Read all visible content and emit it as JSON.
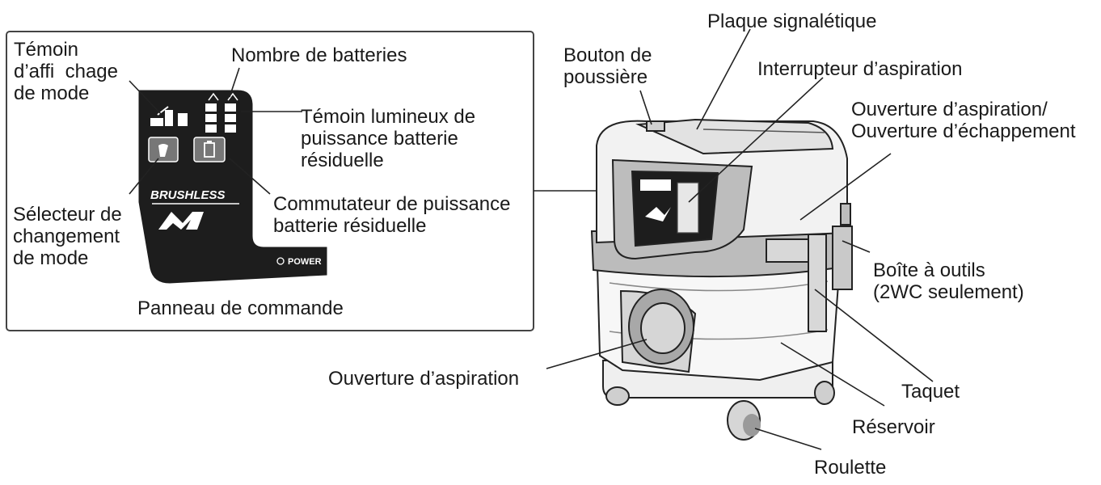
{
  "panel": {
    "title": "Panneau de commande",
    "labels": {
      "mode_indicator": "Témoin\nd’affi  chage\nde mode",
      "battery_count": "Nombre de batteries",
      "battery_lamp": "Témoin lumineux de\npuissance batterie\nrésiduelle",
      "mode_selector": "Sélecteur de\nchangement\nde mode",
      "battery_switch": "Commutateur de puissance\nbatterie résiduelle"
    },
    "logo_text": "BRUSHLESS",
    "power_text": "POWER"
  },
  "device": {
    "labels": {
      "nameplate": "Plaque signalétique",
      "dust_button": "Bouton de\npoussière",
      "suction_switch": "Interrupteur d’aspiration",
      "suction_exhaust_port": "Ouverture d’aspiration/\nOuverture d’échappement",
      "toolbox": "Boîte à outils\n(2WC seulement)",
      "latch": "Taquet",
      "tank": "Réservoir",
      "caster": "Roulette",
      "suction_port": "Ouverture d’aspiration"
    }
  }
}
